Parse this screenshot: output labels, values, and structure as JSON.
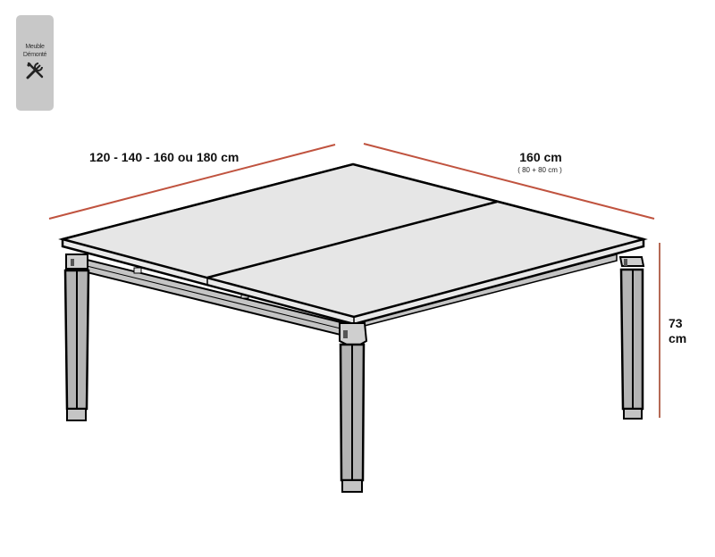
{
  "badge": {
    "line1": "Meuble",
    "line2": "Démonté",
    "icon": "tools-icon",
    "bg_color": "#c8c8c8"
  },
  "dimensions": {
    "width_label": "120 - 140 - 160 ou 180 cm",
    "depth_label": "160 cm",
    "depth_sublabel": "( 80 + 80 cm )",
    "height_value": "73",
    "height_unit": "cm",
    "line_color": "#c0533f"
  },
  "drawing": {
    "subject": "bench desk with two-part top and four square legs",
    "top_color": "#e6e6e6",
    "leg_color": "#b4b4b4",
    "outline_color": "#000000"
  }
}
